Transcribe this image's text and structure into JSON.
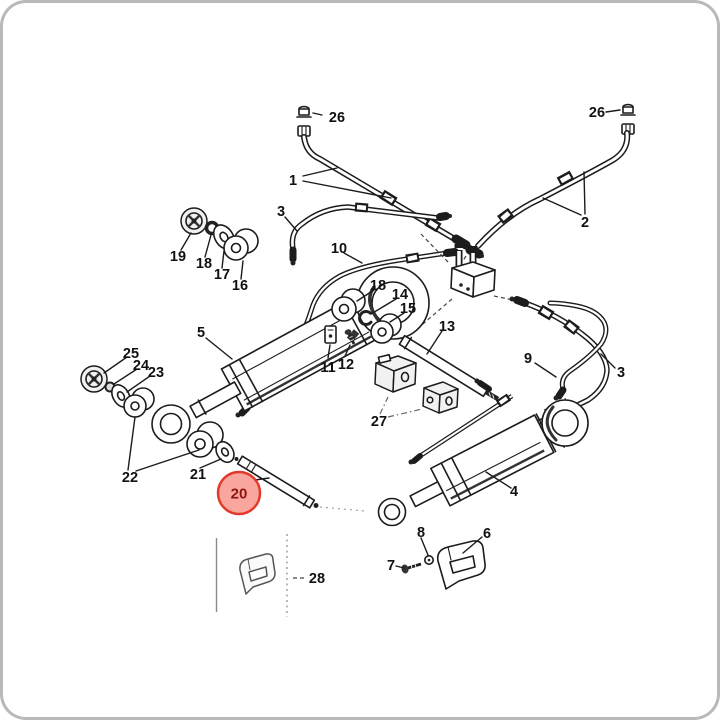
{
  "colors": {
    "background": "#ffffff",
    "line": "#1c1c1c",
    "frame_border": "#b9b9b9",
    "highlight_fill": "#f9a69e",
    "highlight_stroke": "#e2392a",
    "highlight_text": "#8e1410"
  },
  "diagram": {
    "type": "exploded-parts-diagram",
    "highlighted_callout": "20"
  },
  "callouts": [
    {
      "label": "26",
      "position": "top-left"
    },
    {
      "label": "1"
    },
    {
      "label": "3",
      "position": "left"
    },
    {
      "label": "10"
    },
    {
      "label": "26",
      "position": "top-right"
    },
    {
      "label": "2"
    },
    {
      "label": "19"
    },
    {
      "label": "18",
      "position": "left-cluster"
    },
    {
      "label": "17"
    },
    {
      "label": "16"
    },
    {
      "label": "5"
    },
    {
      "label": "18",
      "position": "middle-cluster"
    },
    {
      "label": "14"
    },
    {
      "label": "15"
    },
    {
      "label": "13"
    },
    {
      "label": "11"
    },
    {
      "label": "12"
    },
    {
      "label": "9"
    },
    {
      "label": "3",
      "position": "right"
    },
    {
      "label": "25"
    },
    {
      "label": "24"
    },
    {
      "label": "23"
    },
    {
      "label": "22"
    },
    {
      "label": "21"
    },
    {
      "label": "20",
      "highlighted": true
    },
    {
      "label": "4"
    },
    {
      "label": "8"
    },
    {
      "label": "6"
    },
    {
      "label": "7"
    },
    {
      "label": "28"
    },
    {
      "label": "27"
    }
  ]
}
